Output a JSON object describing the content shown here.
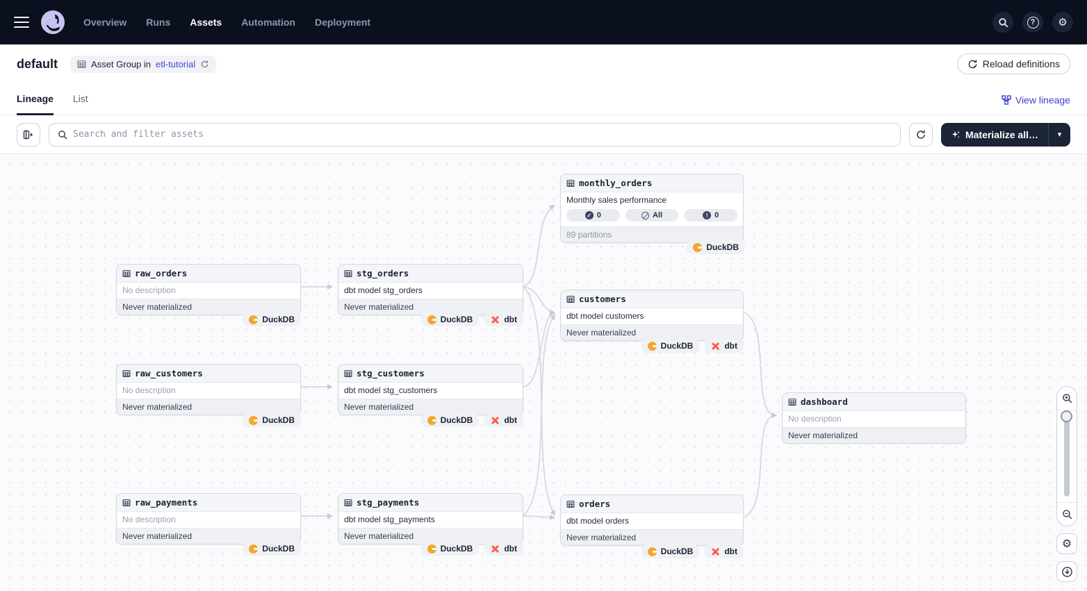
{
  "nav": {
    "items": [
      {
        "label": "Overview",
        "active": false
      },
      {
        "label": "Runs",
        "active": false
      },
      {
        "label": "Assets",
        "active": true
      },
      {
        "label": "Automation",
        "active": false
      },
      {
        "label": "Deployment",
        "active": false
      }
    ]
  },
  "header": {
    "title": "default",
    "group_badge": {
      "prefix": "Asset Group in",
      "link": "etl-tutorial"
    },
    "reload_button": "Reload definitions"
  },
  "tabs": {
    "lineage": "Lineage",
    "list": "List",
    "view_lineage": "View lineage"
  },
  "toolbar": {
    "search_placeholder": "Search and filter assets",
    "materialize_button": "Materialize all…"
  },
  "icons": {
    "gear": "⚙",
    "help": "?",
    "caret_down": "▾"
  },
  "graph": {
    "kind_labels": {
      "duckdb": "DuckDB",
      "dbt": "dbt"
    },
    "nodes": [
      {
        "name": "monthly_orders",
        "description": "Monthly sales performance",
        "partitions": "89 partitions",
        "counts": {
          "materialized": "0",
          "missing": "All",
          "failed": "0"
        },
        "kinds": [
          "DuckDB"
        ]
      },
      {
        "name": "raw_orders",
        "description": "No description",
        "status": "Never materialized",
        "kinds": [
          "DuckDB"
        ]
      },
      {
        "name": "stg_orders",
        "description": "dbt model stg_orders",
        "status": "Never materialized",
        "kinds": [
          "DuckDB",
          "dbt"
        ]
      },
      {
        "name": "customers",
        "description": "dbt model customers",
        "status": "Never materialized",
        "kinds": [
          "DuckDB",
          "dbt"
        ]
      },
      {
        "name": "raw_customers",
        "description": "No description",
        "status": "Never materialized",
        "kinds": [
          "DuckDB"
        ]
      },
      {
        "name": "stg_customers",
        "description": "dbt model stg_customers",
        "status": "Never materialized",
        "kinds": [
          "DuckDB",
          "dbt"
        ]
      },
      {
        "name": "dashboard",
        "description": "No description",
        "status": "Never materialized",
        "kinds": []
      },
      {
        "name": "raw_payments",
        "description": "No description",
        "status": "Never materialized",
        "kinds": [
          "DuckDB"
        ]
      },
      {
        "name": "stg_payments",
        "description": "dbt model stg_payments",
        "status": "Never materialized",
        "kinds": [
          "DuckDB",
          "dbt"
        ]
      },
      {
        "name": "orders",
        "description": "dbt model orders",
        "status": "Never materialized",
        "kinds": [
          "DuckDB",
          "dbt"
        ]
      }
    ],
    "edges": [
      {
        "from": "raw_orders",
        "to": "stg_orders"
      },
      {
        "from": "raw_customers",
        "to": "stg_customers"
      },
      {
        "from": "raw_payments",
        "to": "stg_payments"
      },
      {
        "from": "stg_orders",
        "to": "monthly_orders"
      },
      {
        "from": "stg_orders",
        "to": "customers"
      },
      {
        "from": "stg_orders",
        "to": "orders"
      },
      {
        "from": "stg_customers",
        "to": "customers"
      },
      {
        "from": "stg_payments",
        "to": "customers"
      },
      {
        "from": "stg_payments",
        "to": "orders"
      },
      {
        "from": "customers",
        "to": "dashboard"
      },
      {
        "from": "orders",
        "to": "dashboard"
      }
    ]
  },
  "colors": {
    "nav_bg": "#0b101e",
    "accent_link": "#4745e0",
    "duckdb_yellow": "#f2a72e",
    "dbt_orange": "#ff5c4c",
    "edge": "#d8dbe3",
    "materialize_button_bg": "#1b2536"
  }
}
